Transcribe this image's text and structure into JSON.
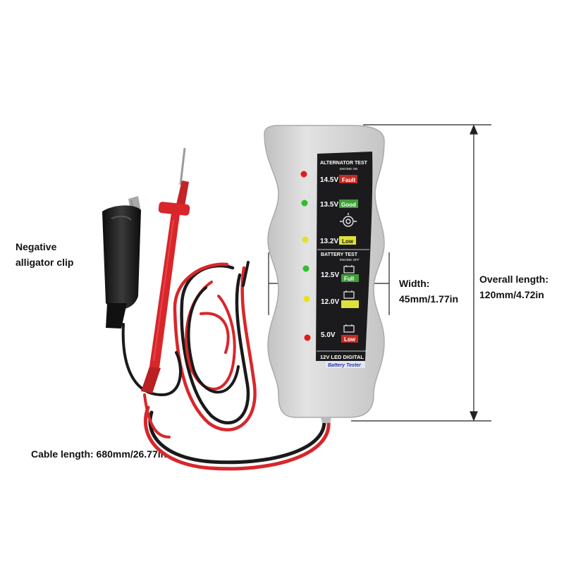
{
  "annotations": {
    "negative_clip": [
      "Negative",
      "alligator clip"
    ],
    "cable_length": "Cable length: 680mm/26.77in",
    "width": [
      "Width:",
      "45mm/1.77in"
    ],
    "overall_length": [
      "Overall length:",
      "120mm/4.72in"
    ]
  },
  "device": {
    "alternator_header": "ALTERNATOR TEST",
    "alternator_sub": "ENGINE ON",
    "battery_header": "BATTERY TEST",
    "battery_sub": "ENGINE OFF",
    "rows": [
      {
        "voltage": "14.5V",
        "badge": "Fault"
      },
      {
        "voltage": "13.5V",
        "badge": "Good"
      },
      {
        "voltage": "13.2V",
        "badge": "Low"
      },
      {
        "voltage": "12.5V",
        "badge": "Full"
      },
      {
        "voltage": "12.0V",
        "badge": ""
      },
      {
        "voltage": "5.0V",
        "badge": "Low"
      }
    ],
    "footer_title": "12V LED DIGITAL",
    "footer_sub": "Battery Tester"
  },
  "colors": {
    "red_wire": "#d8262b",
    "black_wire": "#1a1a1a",
    "body": "#cfd0cf",
    "panel": "#1b1b1d",
    "led_red": "#e11b1b",
    "led_green": "#2fbf2a",
    "led_yellow": "#e9e21b",
    "badge_red": "#c42b24",
    "badge_green": "#3f9e3a",
    "badge_yellow": "#dfe23a"
  }
}
